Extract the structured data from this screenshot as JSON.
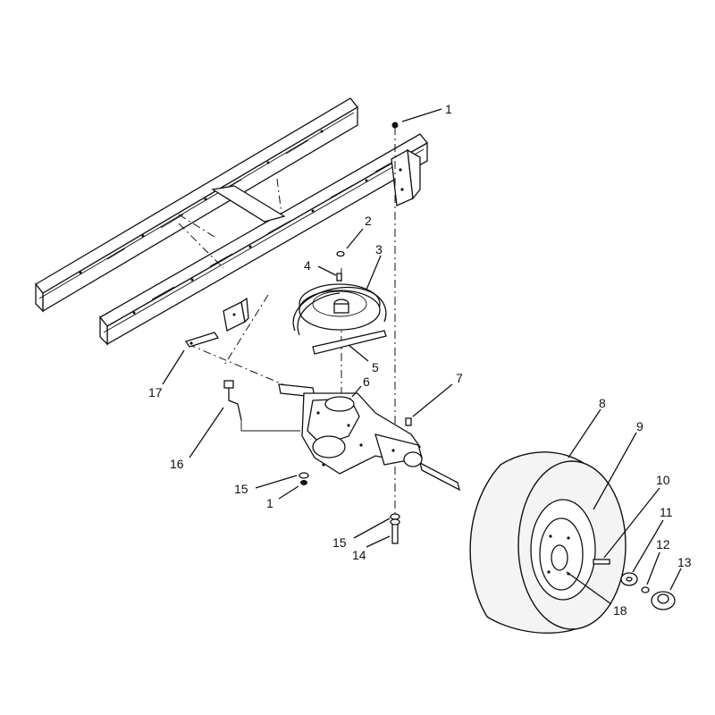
{
  "diagram": {
    "callouts": [
      {
        "id": "c1a",
        "text": "1"
      },
      {
        "id": "c2",
        "text": "2"
      },
      {
        "id": "c3",
        "text": "3"
      },
      {
        "id": "c4",
        "text": "4"
      },
      {
        "id": "c5",
        "text": "5"
      },
      {
        "id": "c6",
        "text": "6"
      },
      {
        "id": "c7",
        "text": "7"
      },
      {
        "id": "c8",
        "text": "8"
      },
      {
        "id": "c9",
        "text": "9"
      },
      {
        "id": "c10",
        "text": "10"
      },
      {
        "id": "c11",
        "text": "11"
      },
      {
        "id": "c12",
        "text": "12"
      },
      {
        "id": "c13",
        "text": "13"
      },
      {
        "id": "c14",
        "text": "14"
      },
      {
        "id": "c15a",
        "text": "15"
      },
      {
        "id": "c15b",
        "text": "15"
      },
      {
        "id": "c16",
        "text": "16"
      },
      {
        "id": "c17",
        "text": "17"
      },
      {
        "id": "c18",
        "text": "18"
      },
      {
        "id": "c1b",
        "text": "1"
      }
    ]
  }
}
